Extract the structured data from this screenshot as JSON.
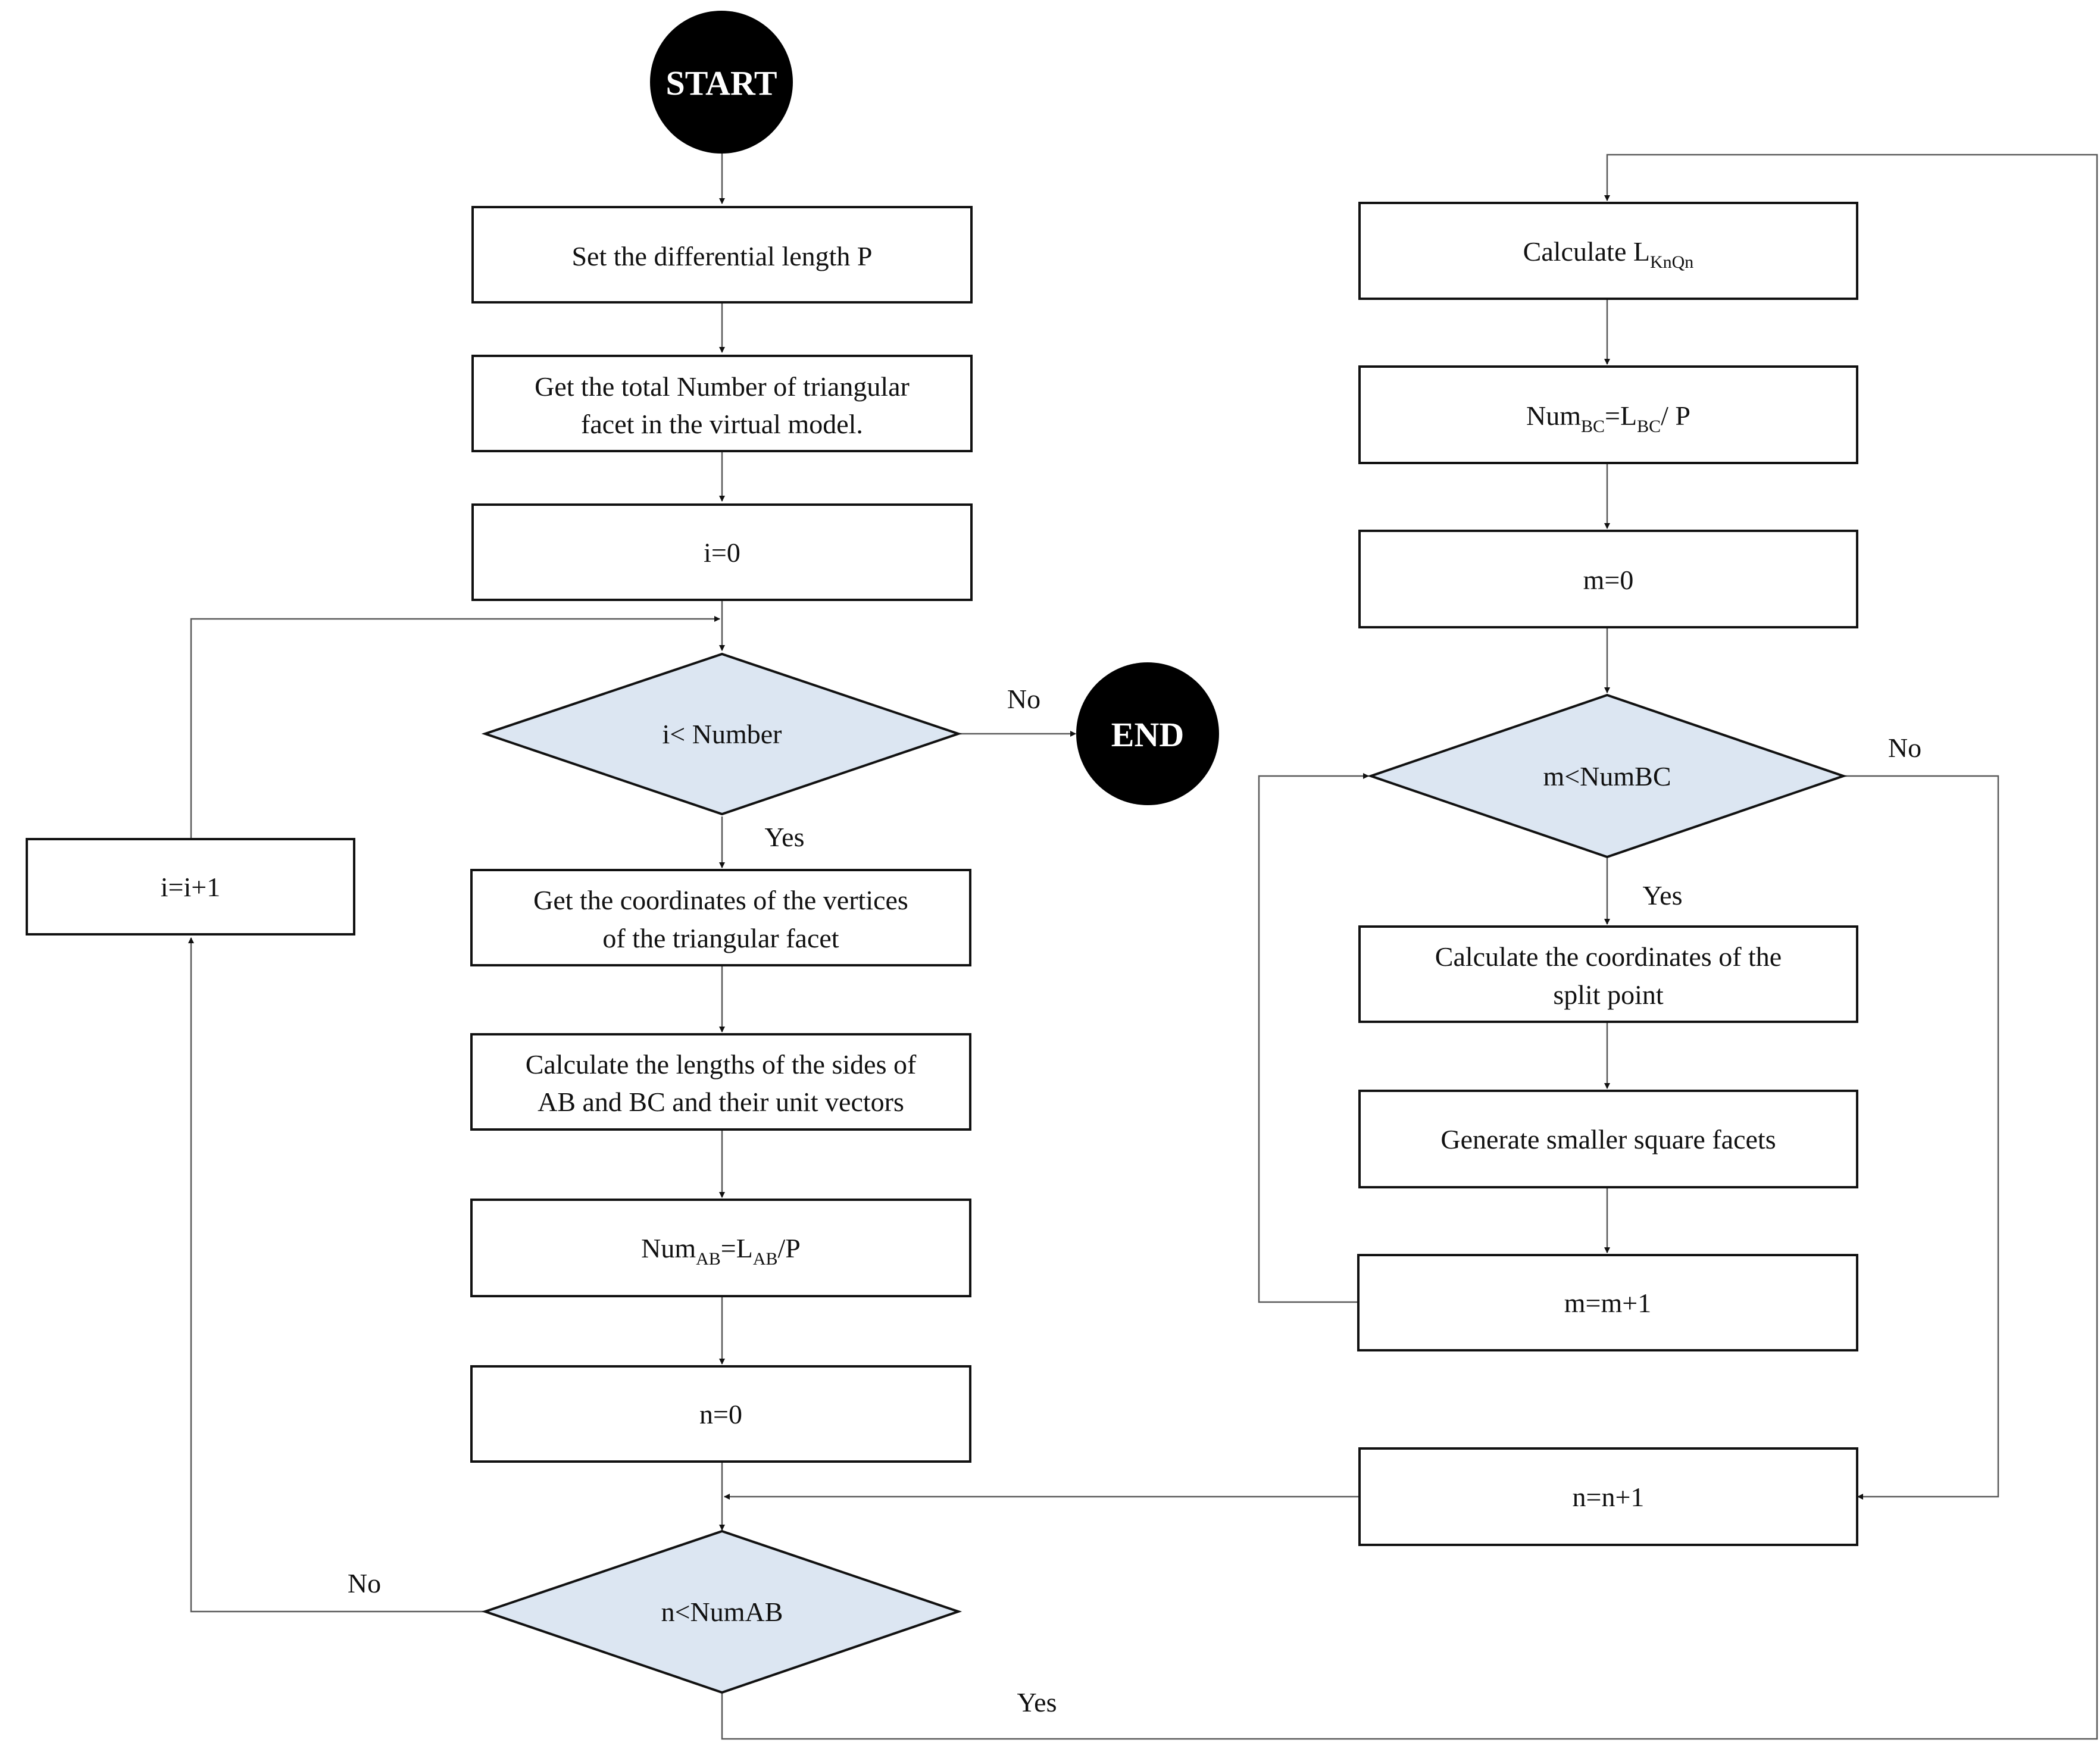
{
  "terminals": {
    "start": "START",
    "end": "END"
  },
  "left": {
    "set_p": "Set the differential length P",
    "get_number_line1": "Get the total Number of triangular",
    "get_number_line2": "facet  in the virtual model.",
    "i_init": "i=0",
    "i_cond": "i< Number",
    "i_incr": "i=i+1",
    "get_coords_line1": "Get the coordinates of the vertices",
    "get_coords_line2": "of the triangular facet",
    "calc_lengths_line1": "Calculate the lengths of the sides of",
    "calc_lengths_line2": "AB and BC and their unit vectors",
    "num_ab": {
      "base1": "Num",
      "sub1": "AB",
      "mid": "=L",
      "sub2": "AB",
      "tail": "/P"
    },
    "n_init": "n=0",
    "n_cond": "n<NumAB"
  },
  "right": {
    "calc_l": {
      "base": "Calculate  L",
      "sub": "KnQn"
    },
    "num_bc": {
      "base1": "Num",
      "sub1": "BC",
      "mid": "=L",
      "sub2": "BC",
      "tail": "/ P"
    },
    "m_init": "m=0",
    "m_cond": "m<NumBC",
    "calc_split_line1": "Calculate the coordinates of the",
    "calc_split_line2": "split point",
    "gen_facets": "Generate smaller square facets",
    "m_incr": "m=m+1",
    "n_incr": "n=n+1"
  },
  "edge_labels": {
    "i_no": "No",
    "i_yes": "Yes",
    "m_no": "No",
    "m_yes": "Yes",
    "n_no": "No",
    "n_yes": "Yes"
  }
}
